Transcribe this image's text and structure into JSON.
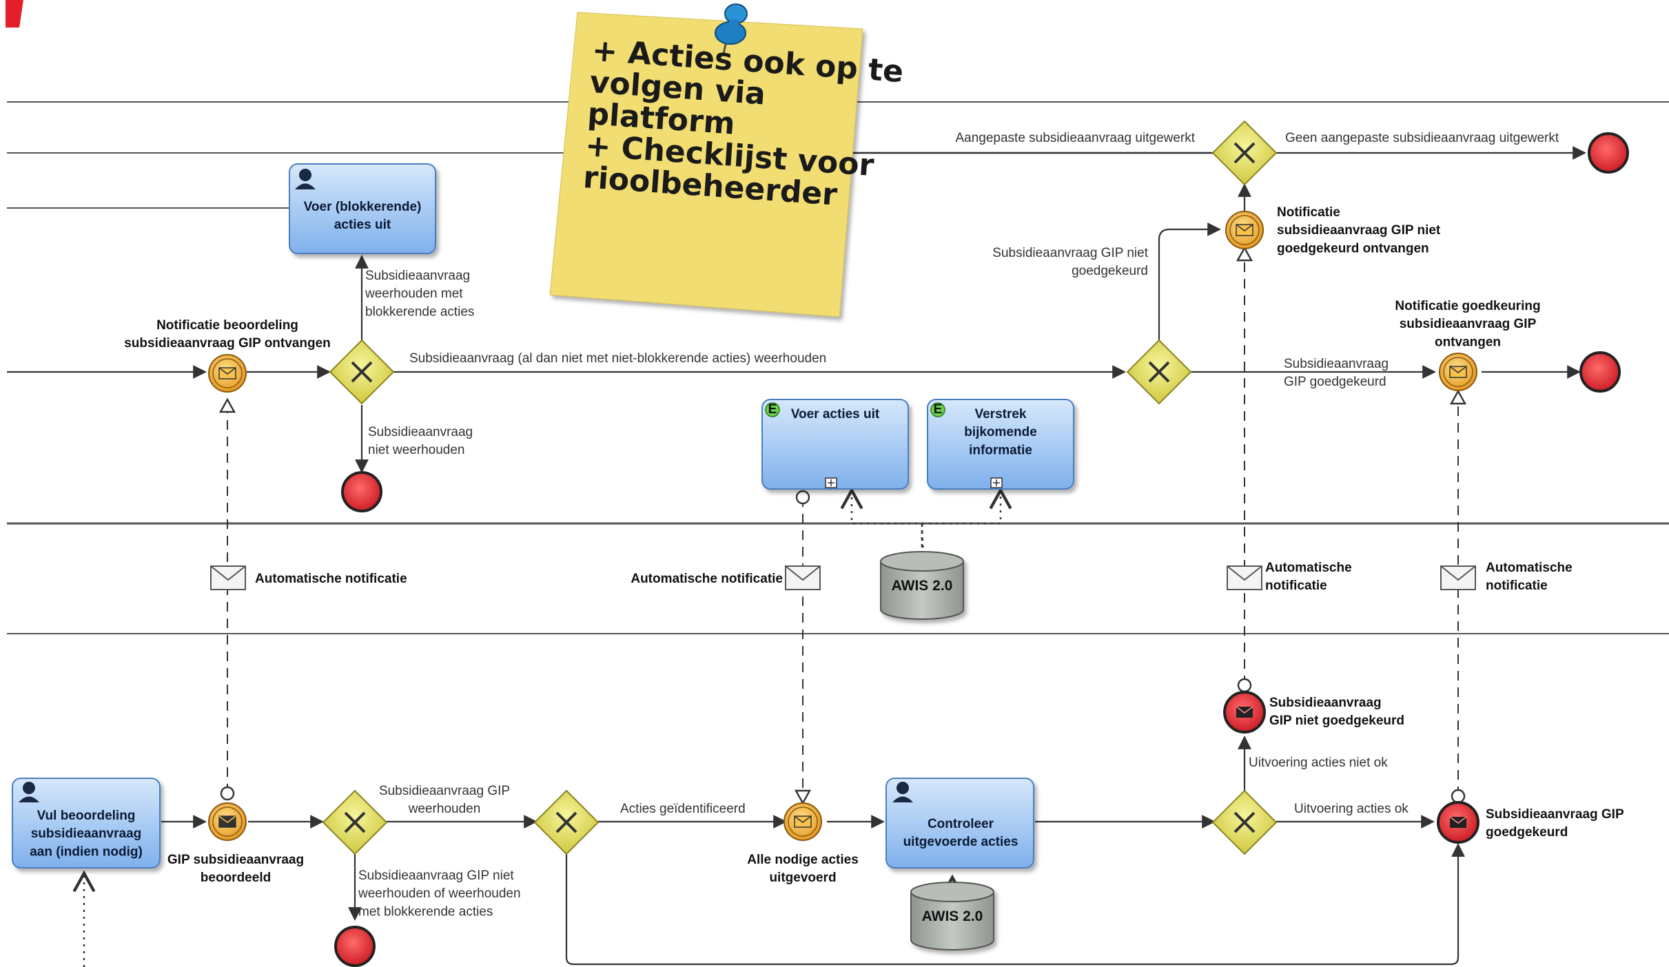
{
  "lanes": {},
  "tasks": {
    "voer_blokkerende": "Voer (blokkerende)|acties uit",
    "voer_acties_uit": "Voer acties uit",
    "verstrek": "Verstrek|bijkomende|informatie",
    "vul_beoordeling": "Vul beoordeling|subsidieaanvraag|aan (indien nodig)",
    "controleer": "Controleer|uitgevoerde acties",
    "subprocess_marker": "E"
  },
  "events": {
    "notif_beoordeling": "Notificatie beoordeling|subsidieaanvraag GIP ontvangen",
    "notif_niet_goedgekeurd": "Notificatie|subsidieaanvraag GIP niet|goedgekeurd ontvangen",
    "notif_goedkeuring": "Notificatie goedkeuring|subsidieaanvraag GIP|ontvangen",
    "gip_beoordeeld": "GIP subsidieaanvraag|beoordeeld",
    "alle_acties": "Alle nodige acties|uitgevoerd",
    "end_niet_goedgekeurd": "Subsidieaanvraag|GIP niet goedgekeurd",
    "end_goedgekeurd": "Subsidieaanvraag GIP|goedgekeurd"
  },
  "flows": {
    "aangepaste_uitgewerkt": "Aangepaste subsidieaanvraag uitgewerkt",
    "geen_aangepaste": "Geen aangepaste subsidieaanvraag uitgewerkt",
    "weerhouden_blokkerend": "Subsidieaanvraag|weerhouden met|blokkerende acties",
    "weerhouden_main": "Subsidieaanvraag (al dan niet met niet-blokkerende acties) weerhouden",
    "niet_weerhouden": "Subsidieaanvraag|niet weerhouden",
    "gip_niet_goedgekeurd": "Subsidieaanvraag GIP niet|goedgekeurd",
    "gip_goedgekeurd": "Subsidieaanvraag|GIP goedgekeurd",
    "gip_weerhouden": "Subsidieaanvraag GIP|weerhouden",
    "gip_niet_weerhouden": "Subsidieaanvraag GIP niet|weerhouden of weerhouden|met blokkerende acties",
    "acties_geidentificeerd": "Acties geïdentificeerd",
    "uitvoering_niet_ok": "Uitvoering acties niet ok",
    "uitvoering_ok": "Uitvoering acties ok"
  },
  "messages": {
    "auto1": "Automatische notificatie",
    "auto2": "Automatische notificatie",
    "auto3": "Automatische|notificatie",
    "auto4": "Automatische|notificatie"
  },
  "datastores": {
    "awis1": "AWIS 2.0",
    "awis2": "AWIS 2.0"
  },
  "sticky_note": {
    "text": "+ Acties ook op te|volgen via|platform|+ Checklijst voor|rioolbeheerder",
    "color": "#f7e27a"
  },
  "colors": {
    "task_fill": "#a9cdf5",
    "gateway_fill": "#e8e45a",
    "event_orange": "#f0a623",
    "end_red": "#e3202a",
    "marker_red": "#e3202a"
  }
}
